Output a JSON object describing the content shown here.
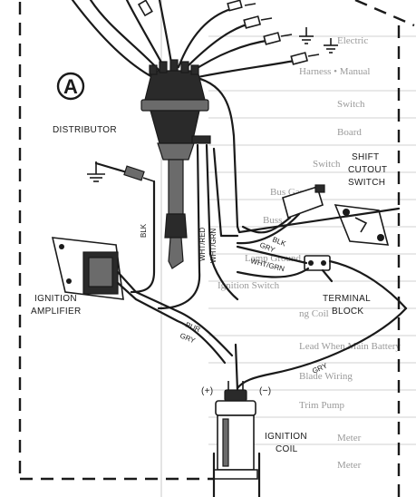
{
  "callout": "A",
  "labels": {
    "distributor": "DISTRIBUTOR",
    "shift_cutout_switch": [
      "SHIFT",
      "CUTOUT",
      "SWITCH"
    ],
    "ignition_amplifier": [
      "IGNITION",
      "AMPLIFIER"
    ],
    "terminal_block": [
      "TERMINAL",
      "BLOCK"
    ],
    "ignition_coil": [
      "IGNITION",
      "COIL"
    ],
    "coil_positive": "(+)",
    "coil_negative": "(−)"
  },
  "wire_colors": {
    "blk_distributor": "BLK",
    "wht_red": "WHT/RED",
    "wht_grn_distributor": "WHT/GRN",
    "blk_switch": "BLK",
    "gry_switch": "GRY",
    "wht_grn_block": "WHT/GRN",
    "pur": "PUR",
    "gry_amplifier": "GRY",
    "gry_coil": "GRY"
  },
  "background_table": [
    "Electric",
    "Harness • Manual",
    "Switch",
    "Board",
    "Switch",
    "Bus Gauge",
    "Buss",
    "Lamp Ground",
    "Ignition Switch",
    "ng Coil",
    "Lead When Main Battery",
    "Blade Wiring",
    "Trim Pump",
    "Meter",
    "Meter"
  ]
}
